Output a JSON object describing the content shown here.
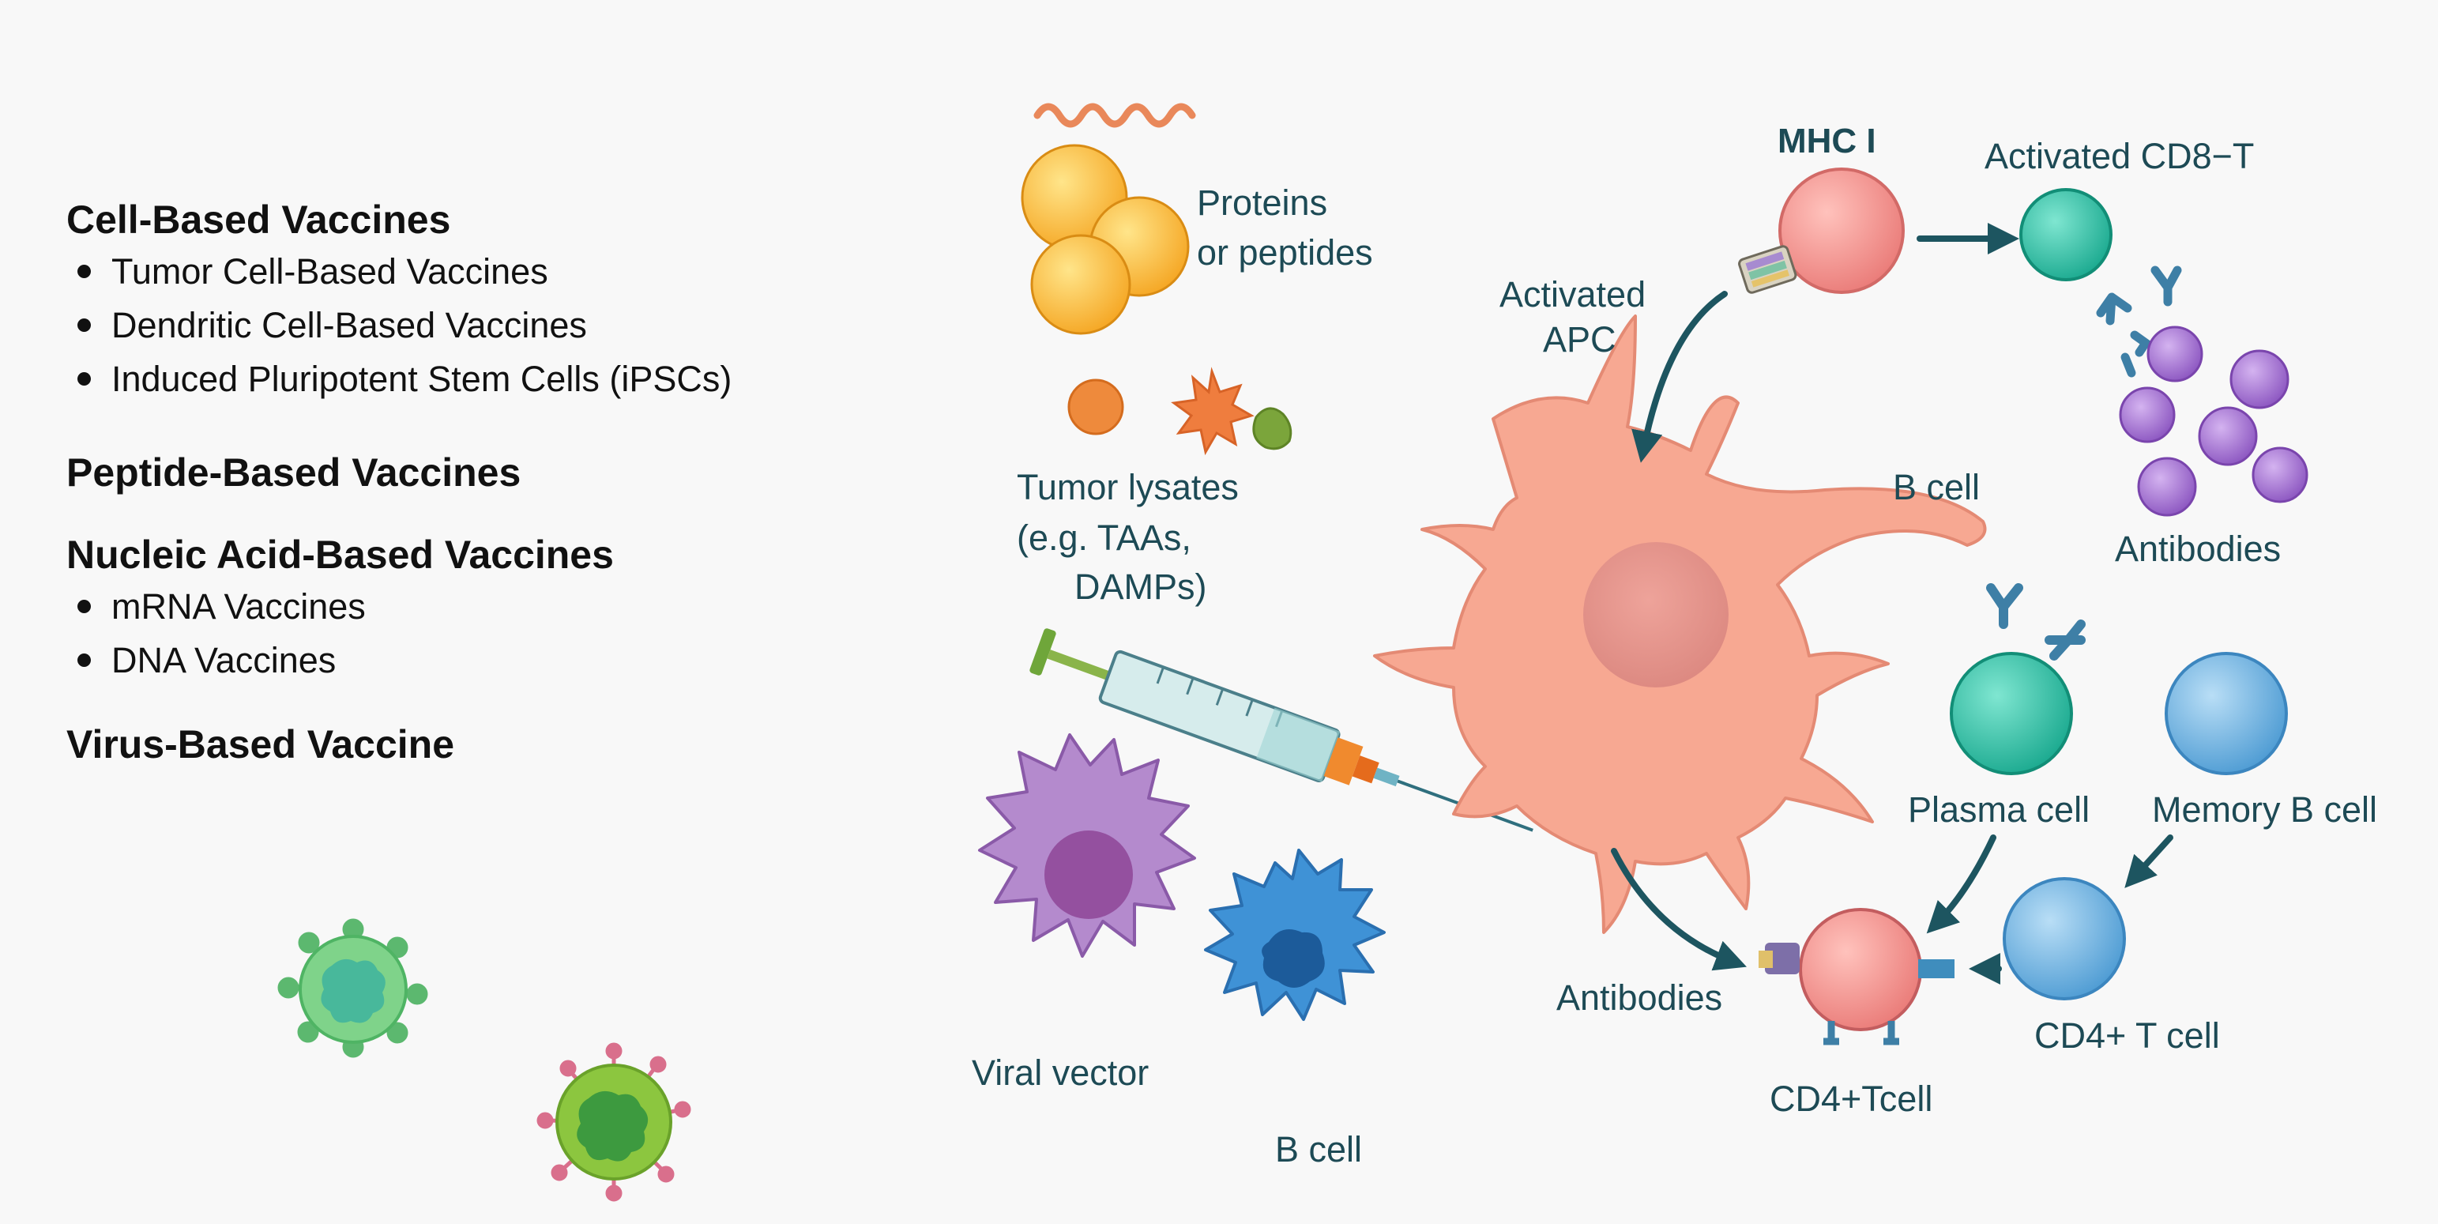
{
  "categories": [
    {
      "title": "Cell-Based Vaccines",
      "items": [
        "Tumor Cell-Based Vaccines",
        "Dendritic Cell-Based Vaccines",
        "Induced Pluripotent Stem Cells (iPSCs)"
      ]
    },
    {
      "title": "Peptide-Based Vaccines",
      "items": []
    },
    {
      "title": "Nucleic Acid-Based Vaccines",
      "items": [
        "mRNA Vaccines",
        "DNA Vaccines"
      ]
    },
    {
      "title": "Virus-Based Vaccine",
      "items": []
    }
  ],
  "labels": {
    "proteins_line1": "Proteins",
    "proteins_line2": "or peptides",
    "tumor_lysates_line1": "Tumor lysates",
    "tumor_lysates_line2": "(e.g. TAAs,",
    "tumor_lysates_line3": "DAMPs)",
    "mhc": "MHC I",
    "activated_cd8": "Activated CD8−T",
    "activated_apc_line1": "Activated",
    "activated_apc_line2": "APC",
    "b_cell_top": "B cell",
    "antibodies_top": "Antibodies",
    "plasma_cell": "Plasma cell",
    "memory_b_cell": "Memory B cell",
    "antibodies_bottom": "Antibodies",
    "cd4_t_cell_right": "CD4+ T cell",
    "cd4_t_cell_center": "CD4+Tcell",
    "viral_vector": "Viral vector",
    "b_cell_bottom": "B cell"
  },
  "colors": {
    "dendritic_cell": "#f7a892",
    "nucleus": "#e58f86",
    "arrow": "#1d5560",
    "teal_cell": "#2ec1a5",
    "purple_antibody": "#9a66c9",
    "memory_blue": "#5aaadc",
    "cd4_pink": "#ef8585",
    "viral_purple": "#b17cc8",
    "b_cell_blue": "#3c93d6",
    "virus_green": "#66c87a",
    "virus_lime": "#86c23a"
  }
}
